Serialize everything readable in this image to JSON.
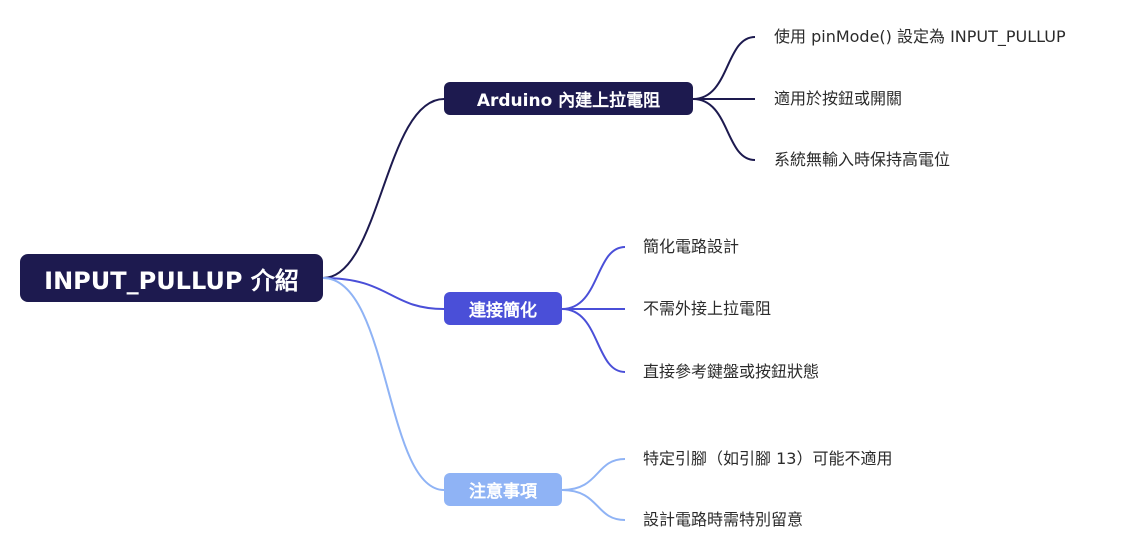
{
  "root": {
    "label": "INPUT_PULLUP 介紹"
  },
  "branches": [
    {
      "label": "Arduino 內建上拉電阻",
      "color": "#1d1a4f",
      "leaves": [
        "使用 pinMode() 設定為 INPUT_PULLUP",
        "適用於按鈕或開關",
        "系統無輸入時保持高電位"
      ]
    },
    {
      "label": "連接簡化",
      "color": "#4a4fd8",
      "leaves": [
        "簡化電路設計",
        "不需外接上拉電阻",
        "直接參考鍵盤或按鈕狀態"
      ]
    },
    {
      "label": "注意事項",
      "color": "#8fb3f5",
      "leaves": [
        "特定引腳（如引腳 13）可能不適用",
        "設計電路時需特別留意"
      ]
    }
  ]
}
